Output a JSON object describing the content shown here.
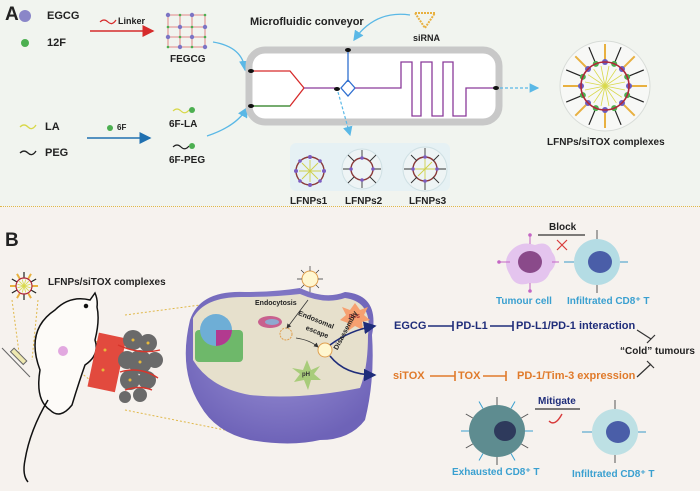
{
  "panel_a": {
    "label": "A",
    "legend": [
      {
        "name": "EGCG",
        "color": "#8a86c8"
      },
      {
        "name": "12F",
        "color": "#4caf50"
      }
    ],
    "linker_label": "Linker",
    "fegcg_label": "FEGCG",
    "la_label": "LA",
    "peg_label": "PEG",
    "f6_label": "6F",
    "f6la_label": "6F-LA",
    "f6peg_label": "6F-PEG",
    "conveyor_title": "Microfluidic conveyor",
    "sirna_label": "siRNA",
    "products": [
      "LFNPs1",
      "LFNPs2",
      "LFNPs3"
    ],
    "complex_label": "LFNPs/siTOX complexes"
  },
  "panel_b": {
    "label": "B",
    "complex_label": "LFNPs/siTOX complexes",
    "endocytosis": "Endocytosis",
    "endosomal_escape_1": "Endosomal",
    "endosomal_escape_2": "escape",
    "ros": "ROS",
    "ph": "pH",
    "disassembly": "Disassembly",
    "pathway_top": {
      "start": "EGCG",
      "mid": "PD-L1",
      "end": "PD-L1/PD-1 interaction",
      "color": "#1f2d7a"
    },
    "pathway_bottom": {
      "start": "siTOX",
      "mid": "TOX",
      "end": "PD-1/Tim-3 expression",
      "color": "#e07a2a"
    },
    "outcome": "“Cold” tumours",
    "block_label": "Block",
    "mitigate_label": "Mitigate",
    "tumour_cell": "Tumour cell",
    "infiltrated_top": "Infiltrated CD8⁺ T",
    "exhausted": "Exhausted CD8⁺ T",
    "infiltrated_bottom": "Infiltrated CD8⁺ T",
    "cell_label_color": "#3aa0d0"
  }
}
